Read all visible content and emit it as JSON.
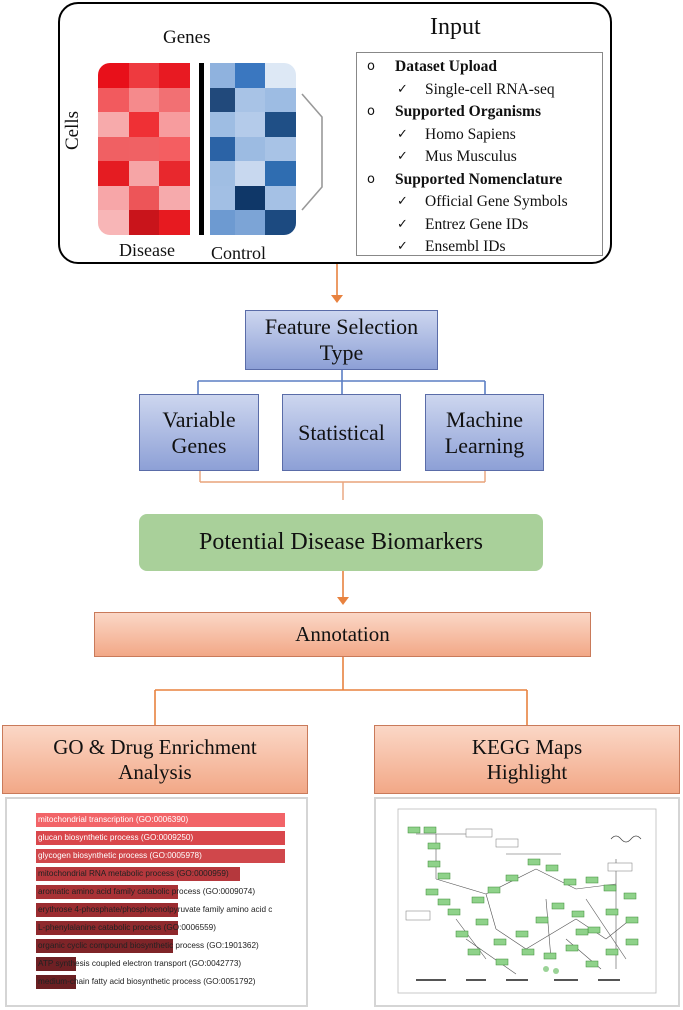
{
  "input": {
    "title": "Input",
    "genes_label": "Genes",
    "cells_label": "Cells",
    "disease_label": "Disease",
    "control_label": "Control",
    "list": [
      {
        "type": "header",
        "text": "Dataset Upload"
      },
      {
        "type": "item",
        "text": "Single-cell RNA-seq"
      },
      {
        "type": "header",
        "text": "Supported Organisms"
      },
      {
        "type": "item",
        "text": "Homo Sapiens"
      },
      {
        "type": "item",
        "text": "Mus Musculus"
      },
      {
        "type": "header",
        "text": "Supported Nomenclature"
      },
      {
        "type": "item",
        "text": "Official Gene Symbols"
      },
      {
        "type": "item",
        "text": "Entrez Gene IDs"
      },
      {
        "type": "item",
        "text": "Ensembl IDs"
      }
    ],
    "heatmap": {
      "disease_colors": [
        [
          "#e8101a",
          "#ee3a3f",
          "#e81a22"
        ],
        [
          "#f25a5e",
          "#f58a8c",
          "#f27073"
        ],
        [
          "#f7aaab",
          "#ef3035",
          "#f79c9e"
        ],
        [
          "#f06063",
          "#f06164",
          "#f45e61"
        ],
        [
          "#e51c22",
          "#f6a5a6",
          "#e8282d"
        ],
        [
          "#f7a6a8",
          "#ed5558",
          "#f6aaac"
        ],
        [
          "#f8b6b7",
          "#c9141b",
          "#e71a20"
        ]
      ],
      "control_colors": [
        [
          "#8fb2de",
          "#3a77c0",
          "#dde8f5"
        ],
        [
          "#21497b",
          "#a8c3e6",
          "#9dbce3"
        ],
        [
          "#9ebde3",
          "#b4cbea",
          "#1f4f86"
        ],
        [
          "#2b63a6",
          "#9cbbe2",
          "#a8c3e6"
        ],
        [
          "#a0bee3",
          "#c8d8ef",
          "#2f6db1"
        ],
        [
          "#a2bfe4",
          "#0f3768",
          "#a5c1e5"
        ],
        [
          "#6d9ad1",
          "#7ca4d6",
          "#1c4a80"
        ]
      ]
    }
  },
  "feature_selection": {
    "title_line1": "Feature Selection",
    "title_line2": "Type",
    "options": [
      {
        "line1": "Variable",
        "line2": "Genes"
      },
      {
        "line1": "Statistical",
        "line2": ""
      },
      {
        "line1": "Machine",
        "line2": "Learning"
      }
    ]
  },
  "biomarkers_label": "Potential Disease Biomarkers",
  "annotation_label": "Annotation",
  "go_box": {
    "line1": "GO & Drug Enrichment",
    "line2": "Analysis"
  },
  "kegg_box": {
    "line1": "KEGG Maps",
    "line2": "Highlight"
  },
  "go_chart": {
    "bars": [
      {
        "label": "mitochondrial transcription (GO:0006390)",
        "value": 1.0,
        "color": "#f26468"
      },
      {
        "label": "glucan biosynthetic process (GO:0009250)",
        "value": 1.0,
        "color": "#d9474c"
      },
      {
        "label": "glycogen biosynthetic process (GO:0005978)",
        "value": 1.0,
        "color": "#d0474b"
      },
      {
        "label": "mitochondrial RNA metabolic process (GO:0000959)",
        "value": 0.82,
        "color": "#b5383d"
      },
      {
        "label": "aromatic amino acid family catabolic process (GO:0009074)",
        "value": 0.57,
        "color": "#a83236"
      },
      {
        "label": "erythrose 4-phosphate/phosphoenolpyruvate family amino acid c",
        "value": 0.57,
        "color": "#9b2c30"
      },
      {
        "label": "L-phenylalanine catabolic process (GO:0006559)",
        "value": 0.57,
        "color": "#8f292d"
      },
      {
        "label": "organic cyclic compound biosynthetic process (GO:1901362)",
        "value": 0.55,
        "color": "#7f2428"
      },
      {
        "label": "ATP synthesis coupled electron transport (GO:0042773)",
        "value": 0.16,
        "color": "#6f2024"
      },
      {
        "label": "medium-chain fatty acid biosynthetic process (GO:0051792)",
        "value": 0.16,
        "color": "#6a1f22"
      }
    ]
  }
}
